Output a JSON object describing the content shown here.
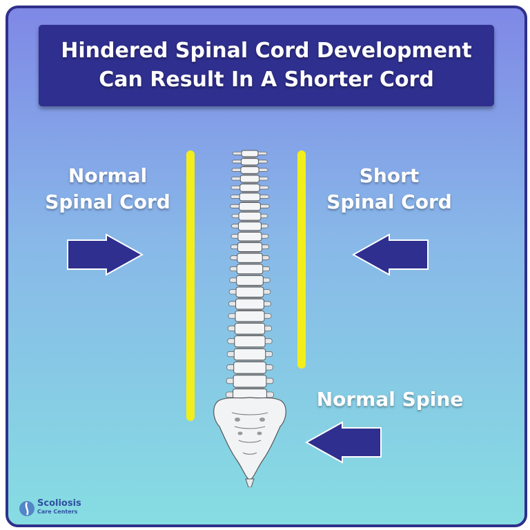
{
  "title": {
    "line1": "Hindered Spinal Cord Development",
    "line2": "Can Result In A Shorter Cord"
  },
  "labels": {
    "normal_cord": {
      "line1": "Normal",
      "line2": "Spinal Cord"
    },
    "short_cord": {
      "line1": "Short",
      "line2": "Spinal Cord"
    },
    "normal_spine": "Normal Spine"
  },
  "logo": {
    "line1": "Scoliosis",
    "line2": "Care Centers"
  },
  "colors": {
    "title_bg": "#2f2f8f",
    "arrow": "#2f2f8f",
    "cord": "#f2ee1c",
    "frame_border": "#2f2f8a"
  }
}
